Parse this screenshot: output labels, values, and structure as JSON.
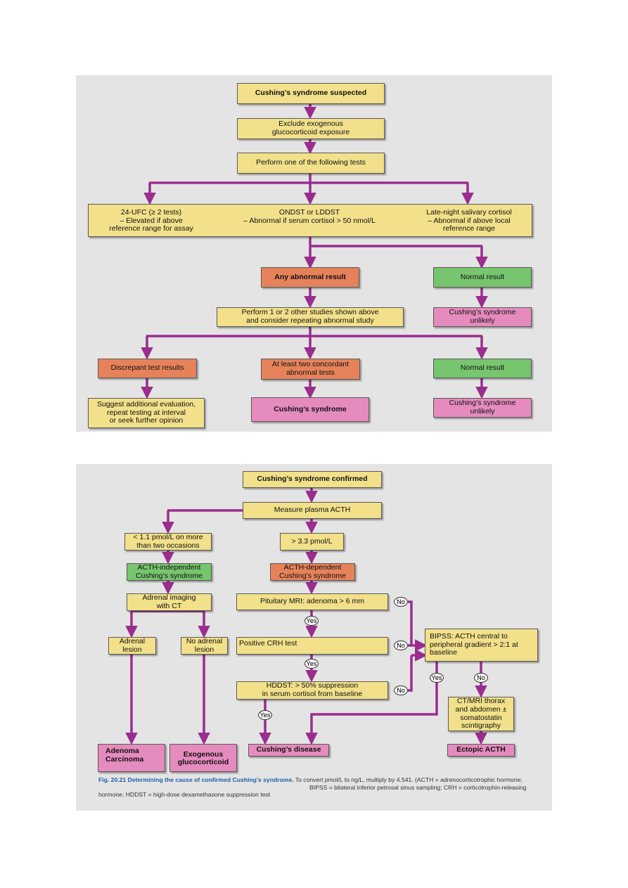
{
  "flow1": {
    "suspected": "Cushing’s syndrome suspected",
    "exclude": "Exclude exogenous\nglucocorticoid exposure",
    "perform": "Perform one of the following tests",
    "test_ufc": "24-UFC (≥ 2 tests)\n– Elevated if above\nreference range for assay",
    "test_ondst": "ONDST or LDDST\n– Abnormal if serum cortisol > 50 nmol/L",
    "test_saliva": "Late-night salivary cortisol\n– Abnormal if above local\nreference range",
    "any_abnormal": "Any abnormal result",
    "normal_result_1": "Normal result",
    "unlikely_1": "Cushing’s syndrome\nunlikely",
    "perform_other": "Perform 1 or 2 other studies shown above\nand consider repeating abnormal study",
    "discrepant": "Discrepant test results",
    "concordant": "At least two concordant\nabnormal tests",
    "normal_result_2": "Normal result",
    "suggest": "Suggest additional evaluation,\nrepeat testing at interval\nor seek further opinion",
    "cushing": "Cushing’s syndrome",
    "unlikely_2": "Cushing’s syndrome\nunlikely"
  },
  "flow2": {
    "confirmed": "Cushing’s syndrome confirmed",
    "measure": "Measure plasma ACTH",
    "low_acth": "< 1.1 pmol/L on more\nthan two occasions",
    "high_acth": "> 3.3 pmol/L",
    "acth_indep": "ACTH-independent\nCushing’s syndrome",
    "acth_dep": "ACTH-dependent\nCushing’s syndrome",
    "adrenal_imaging": "Adrenal imaging\nwith CT",
    "pituitary_mri": "Pituitary MRI: adenoma > 6 mm",
    "adrenal_lesion": "Adrenal\nlesion",
    "no_adrenal_lesion": "No adrenal\nlesion",
    "crh": "Positive CRH test",
    "bipss": "BIPSS: ACTH central to\nperipheral gradient > 2:1 at\nbaseline",
    "hddst": "HDDST: > 50% suppression\nin serum cortisol from baseline",
    "ct_mri": "CT/MRI thorax\nand abdomen ±\nsomatostatin\nscintigraphy",
    "adenoma": "Adenoma\nCarcinoma",
    "exogenous": "Exogenous\nglucocorticoid",
    "cushings_disease": "Cushing’s disease",
    "ectopic": "Ectopic ACTH",
    "yes": "Yes",
    "no": "No"
  },
  "caption": {
    "title": "Fig. 20.21  Determining the cause of confirmed Cushing’s syndrome.",
    "line1": " To convert pmol/L to ng/L, multiply by 4.541. (ACTH = adrenocorticotrophic hormone;",
    "line2": "BIPSS = bilateral inferior petrosal sinus sampling; CRH = corticotrophin-releasing",
    "line3": "hormone; HDDST = high-dose dexamethasone suppression test"
  },
  "colors": {
    "arrow": "#9b2d8f",
    "yellow": "#f2e08a",
    "orange": "#e6825a",
    "green": "#77c56e",
    "pink": "#e58bbd"
  }
}
